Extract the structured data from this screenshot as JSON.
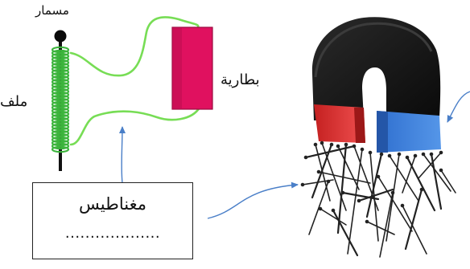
{
  "labels": {
    "nail": "مسمار",
    "coil": "ملف",
    "battery": "بطارية"
  },
  "answer_box": {
    "title": "مغناطيس",
    "blank": "..................."
  },
  "colors": {
    "wire": "#77dd55",
    "battery": "#e0115f",
    "pole_red": "#e23a3a",
    "pole_blue": "#3a7fd8",
    "magnet_body": "#141414",
    "arrow": "#4a7fc8"
  }
}
